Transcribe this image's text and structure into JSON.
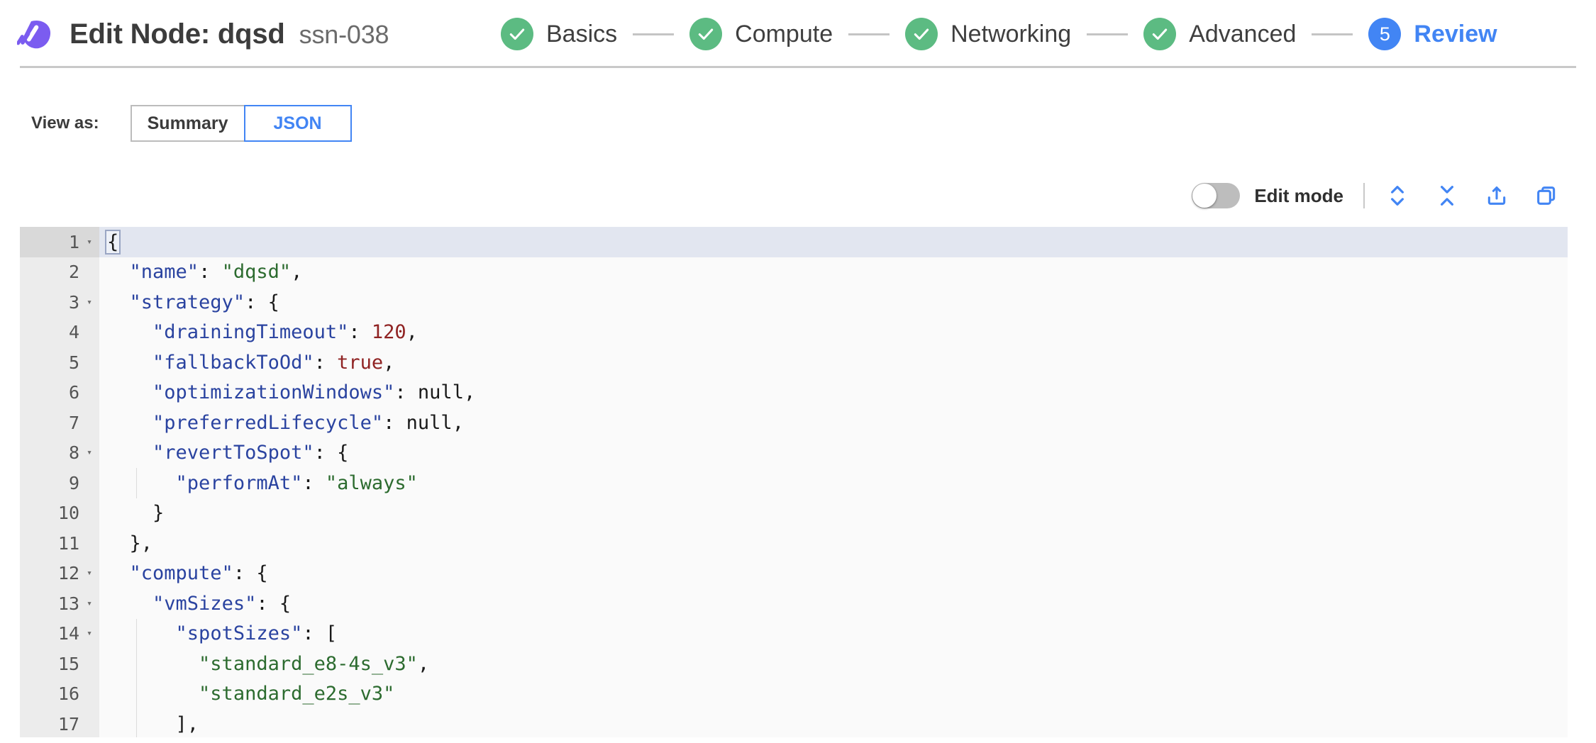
{
  "header": {
    "logo_icon": "spot-logo-icon",
    "title": "Edit Node: dqsd",
    "subtitle": "ssn-038",
    "stepper": [
      {
        "label": "Basics",
        "state": "done",
        "marker": "check"
      },
      {
        "label": "Compute",
        "state": "done",
        "marker": "check"
      },
      {
        "label": "Networking",
        "state": "done",
        "marker": "check"
      },
      {
        "label": "Advanced",
        "state": "done",
        "marker": "check"
      },
      {
        "label": "Review",
        "state": "active",
        "marker": "5"
      }
    ]
  },
  "view_as": {
    "label": "View as:",
    "options": [
      "Summary",
      "JSON"
    ],
    "selected": "JSON"
  },
  "editor_toolbar": {
    "edit_mode_label": "Edit mode",
    "edit_mode_enabled": false,
    "icons": [
      {
        "name": "expand-all-icon",
        "title": "Expand all"
      },
      {
        "name": "collapse-all-icon",
        "title": "Collapse all"
      },
      {
        "name": "share-icon",
        "title": "Share"
      },
      {
        "name": "copy-icon",
        "title": "Copy"
      }
    ]
  },
  "colors": {
    "accent_blue": "#4285f4",
    "step_green": "#5cbb82",
    "brand_purple": "#7b5cf0",
    "json_key": "#2a43a0",
    "json_string": "#2c6b2f",
    "json_number": "#8f2222",
    "editor_bg": "#fafafa",
    "gutter_bg": "#ececec",
    "active_line_bg": "#e2e6f0"
  },
  "code": {
    "language": "json",
    "active_line": 1,
    "lines": [
      {
        "n": 1,
        "fold": true,
        "indent": 0,
        "guides": 0,
        "tokens": [
          {
            "t": "punct",
            "v": "{",
            "match": true
          }
        ]
      },
      {
        "n": 2,
        "fold": false,
        "indent": 1,
        "guides": 0,
        "tokens": [
          {
            "t": "key",
            "v": "\"name\""
          },
          {
            "t": "punct",
            "v": ": "
          },
          {
            "t": "str",
            "v": "\"dqsd\""
          },
          {
            "t": "punct",
            "v": ","
          }
        ]
      },
      {
        "n": 3,
        "fold": true,
        "indent": 1,
        "guides": 0,
        "tokens": [
          {
            "t": "key",
            "v": "\"strategy\""
          },
          {
            "t": "punct",
            "v": ": {"
          }
        ]
      },
      {
        "n": 4,
        "fold": false,
        "indent": 2,
        "guides": 0,
        "tokens": [
          {
            "t": "key",
            "v": "\"drainingTimeout\""
          },
          {
            "t": "punct",
            "v": ": "
          },
          {
            "t": "num",
            "v": "120"
          },
          {
            "t": "punct",
            "v": ","
          }
        ]
      },
      {
        "n": 5,
        "fold": false,
        "indent": 2,
        "guides": 0,
        "tokens": [
          {
            "t": "key",
            "v": "\"fallbackToOd\""
          },
          {
            "t": "punct",
            "v": ": "
          },
          {
            "t": "bool",
            "v": "true"
          },
          {
            "t": "punct",
            "v": ","
          }
        ]
      },
      {
        "n": 6,
        "fold": false,
        "indent": 2,
        "guides": 0,
        "tokens": [
          {
            "t": "key",
            "v": "\"optimizationWindows\""
          },
          {
            "t": "punct",
            "v": ": "
          },
          {
            "t": "null",
            "v": "null"
          },
          {
            "t": "punct",
            "v": ","
          }
        ]
      },
      {
        "n": 7,
        "fold": false,
        "indent": 2,
        "guides": 0,
        "tokens": [
          {
            "t": "key",
            "v": "\"preferredLifecycle\""
          },
          {
            "t": "punct",
            "v": ": "
          },
          {
            "t": "null",
            "v": "null"
          },
          {
            "t": "punct",
            "v": ","
          }
        ]
      },
      {
        "n": 8,
        "fold": true,
        "indent": 2,
        "guides": 0,
        "tokens": [
          {
            "t": "key",
            "v": "\"revertToSpot\""
          },
          {
            "t": "punct",
            "v": ": {"
          }
        ]
      },
      {
        "n": 9,
        "fold": false,
        "indent": 3,
        "guides": 1,
        "tokens": [
          {
            "t": "key",
            "v": "\"performAt\""
          },
          {
            "t": "punct",
            "v": ": "
          },
          {
            "t": "str",
            "v": "\"always\""
          }
        ]
      },
      {
        "n": 10,
        "fold": false,
        "indent": 2,
        "guides": 0,
        "tokens": [
          {
            "t": "punct",
            "v": "}"
          }
        ]
      },
      {
        "n": 11,
        "fold": false,
        "indent": 1,
        "guides": 0,
        "tokens": [
          {
            "t": "punct",
            "v": "},"
          }
        ]
      },
      {
        "n": 12,
        "fold": true,
        "indent": 1,
        "guides": 0,
        "tokens": [
          {
            "t": "key",
            "v": "\"compute\""
          },
          {
            "t": "punct",
            "v": ": {"
          }
        ]
      },
      {
        "n": 13,
        "fold": true,
        "indent": 2,
        "guides": 0,
        "tokens": [
          {
            "t": "key",
            "v": "\"vmSizes\""
          },
          {
            "t": "punct",
            "v": ": {"
          }
        ]
      },
      {
        "n": 14,
        "fold": true,
        "indent": 3,
        "guides": 1,
        "tokens": [
          {
            "t": "key",
            "v": "\"spotSizes\""
          },
          {
            "t": "punct",
            "v": ": ["
          }
        ]
      },
      {
        "n": 15,
        "fold": false,
        "indent": 4,
        "guides": 1,
        "tokens": [
          {
            "t": "str",
            "v": "\"standard_e8-4s_v3\""
          },
          {
            "t": "punct",
            "v": ","
          }
        ]
      },
      {
        "n": 16,
        "fold": false,
        "indent": 4,
        "guides": 1,
        "tokens": [
          {
            "t": "str",
            "v": "\"standard_e2s_v3\""
          }
        ]
      },
      {
        "n": 17,
        "fold": false,
        "indent": 3,
        "guides": 1,
        "tokens": [
          {
            "t": "punct",
            "v": "],"
          }
        ]
      }
    ]
  }
}
